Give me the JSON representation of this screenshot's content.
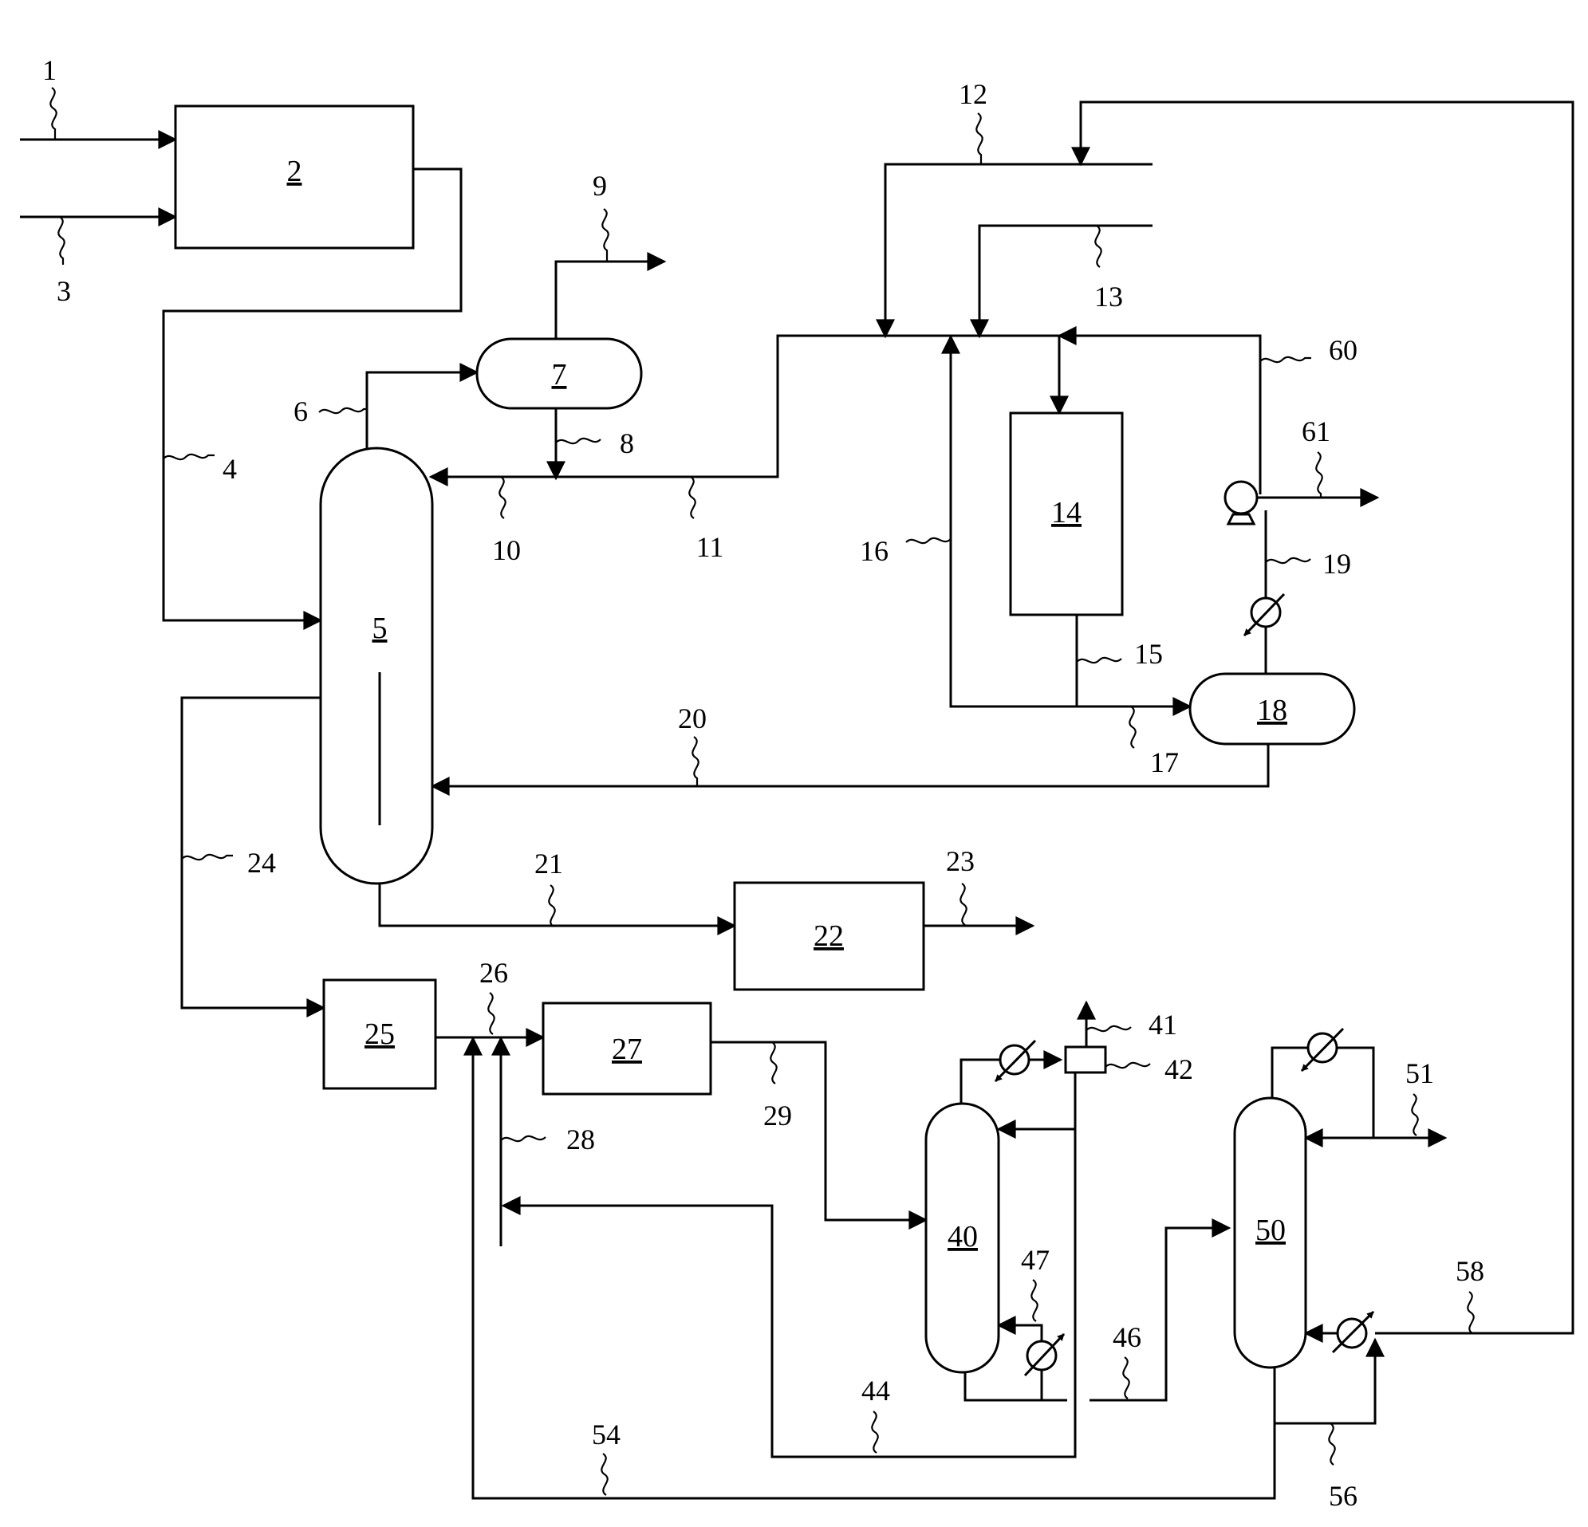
{
  "units": [
    {
      "id": "u2",
      "label": "2"
    },
    {
      "id": "u5",
      "label": "5"
    },
    {
      "id": "u7",
      "label": "7"
    },
    {
      "id": "u14",
      "label": "14"
    },
    {
      "id": "u18",
      "label": "18"
    },
    {
      "id": "u22",
      "label": "22"
    },
    {
      "id": "u25",
      "label": "25"
    },
    {
      "id": "u27",
      "label": "27"
    },
    {
      "id": "u40",
      "label": "40"
    },
    {
      "id": "u50",
      "label": "50"
    }
  ],
  "stream_labels": [
    "1",
    "3",
    "4",
    "6",
    "8",
    "9",
    "10",
    "11",
    "12",
    "13",
    "15",
    "16",
    "17",
    "19",
    "20",
    "21",
    "23",
    "24",
    "26",
    "28",
    "29",
    "41",
    "42",
    "44",
    "46",
    "47",
    "51",
    "54",
    "56",
    "58",
    "60",
    "61"
  ]
}
